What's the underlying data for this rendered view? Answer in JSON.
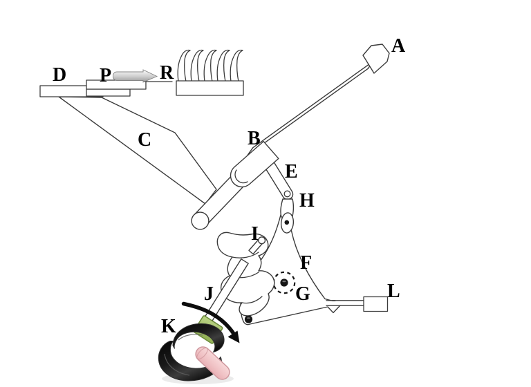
{
  "diagram": {
    "background": "#ffffff",
    "labels": {
      "a": "A",
      "b": "B",
      "c": "C",
      "d": "D",
      "e": "E",
      "f": "F",
      "g": "G",
      "h": "H",
      "i": "I",
      "j": "J",
      "k": "K",
      "l": "L",
      "p": "P",
      "r": "R"
    },
    "colors": {
      "outline": "#3b3b3b",
      "label": "#000000",
      "green": "#a6c468",
      "green_border": "#6d8c3c",
      "pink": "#f2c5c7",
      "pink_border": "#cf989e",
      "swirl": "#141414",
      "arrow": "#0d0d0d",
      "gray_arrow": "#bfbfbf"
    }
  }
}
